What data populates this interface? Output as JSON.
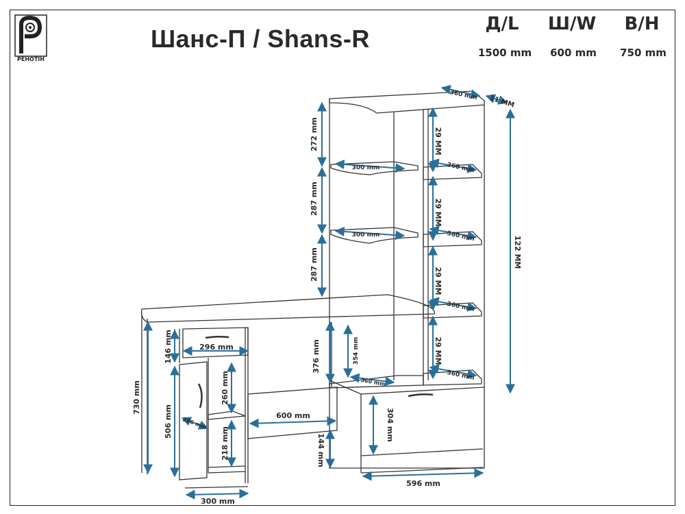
{
  "header": {
    "title": "Шанс-П / Shans-R",
    "logo_text": "РЕНОТІН",
    "specs": [
      {
        "label": "Д/L",
        "value": "1500 mm"
      },
      {
        "label": "Ш/W",
        "value": "600 mm"
      },
      {
        "label": "В/Н",
        "value": "750 mm"
      }
    ]
  },
  "dimensions": {
    "d272": "272 mm",
    "d287a": "287 mm",
    "d287b": "287 mm",
    "d300a": "300 mm",
    "d300b": "300 mm",
    "d29a": "29 MM",
    "d29b": "29 MM",
    "d29c": "29 MM",
    "d29d": "29 MM",
    "d360top": "360 mm",
    "d360a": "360 mm",
    "d360b": "360 mm",
    "d360c": "360 mm",
    "d360d": "360 mm",
    "d360e": "360 mm",
    "d11": "11 MM",
    "d122": "122 MM",
    "d146": "146 mm",
    "d296a": "296 mm",
    "d296b": "296 mm",
    "d376": "376 mm",
    "d354": "354 mm",
    "d260": "260 mm",
    "d730": "730 mm",
    "d506": "506 mm",
    "d600": "600 mm",
    "d304": "304 mm",
    "d218": "218 mm",
    "d144": "144 mm",
    "d596": "596 mm",
    "d300c": "300 mm"
  },
  "colors": {
    "dimension": "#2a6f9a",
    "outline": "#333333",
    "text": "#2a2a2a"
  }
}
